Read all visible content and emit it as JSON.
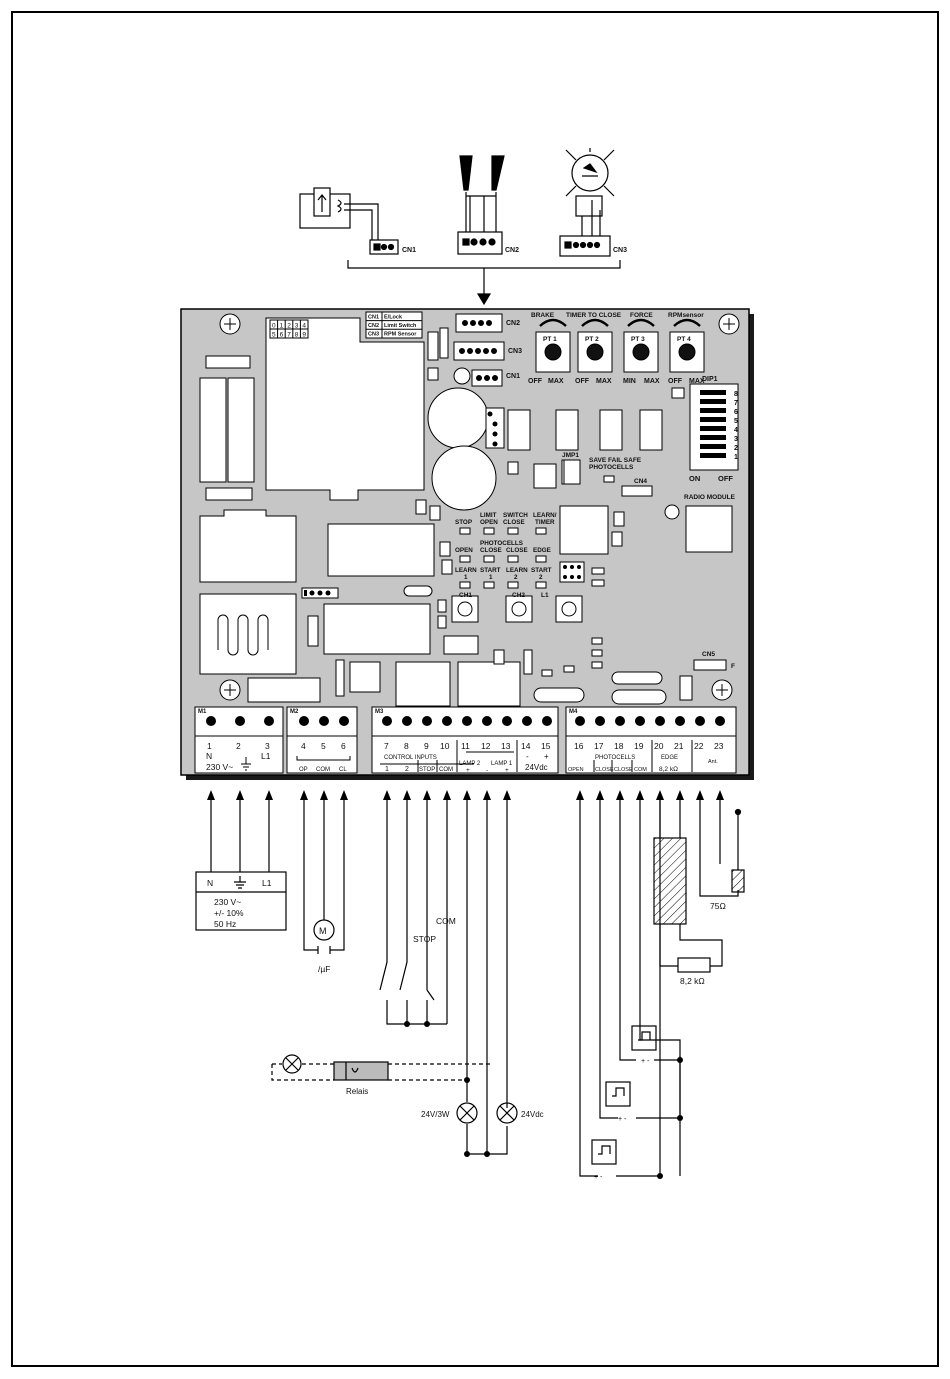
{
  "connectors": {
    "cn1": "CN1",
    "cn2": "CN2",
    "cn3": "CN3",
    "cn4": "CN4",
    "cn5": "CN5",
    "f": "F"
  },
  "cn_legend": {
    "row1": {
      "id": "CN1",
      "name": "E/Lock"
    },
    "row2": {
      "id": "CN2",
      "name": "Limit Switch"
    },
    "row3": {
      "id": "CN3",
      "name": "RPM Sensor"
    }
  },
  "jumper_grid": {
    "top": [
      "0",
      "1",
      "2",
      "3",
      "4"
    ],
    "bottom": [
      "5",
      "6",
      "7",
      "8",
      "9"
    ]
  },
  "pots": [
    {
      "title": "BRAKE",
      "id": "PT 1",
      "lo": "OFF",
      "hi": "MAX"
    },
    {
      "title": "TIMER TO CLOSE",
      "id": "PT 2",
      "lo": "OFF",
      "hi": "MAX"
    },
    {
      "title": "FORCE",
      "id": "PT 3",
      "lo": "MIN",
      "hi": "MAX"
    },
    {
      "title": "RPMsensor",
      "id": "PT 4",
      "lo": "OFF",
      "hi": "MAX"
    }
  ],
  "dip": {
    "title": "DIP1",
    "numbers": [
      "8",
      "7",
      "6",
      "5",
      "4",
      "3",
      "2",
      "1"
    ],
    "on": "ON",
    "off": "OFF"
  },
  "jmp1": "JMP1",
  "save_fail": {
    "line1": "SAVE FAIL SAFE",
    "line2": "PHOTOCELLS"
  },
  "radio_module": "RADIO MODULE",
  "leds_row1": {
    "stop": "STOP",
    "limit": "LIMIT",
    "open": "OPEN",
    "switch": "SWITCH",
    "close": "CLOSE",
    "learn": "LEARN/",
    "timer": "TIMER"
  },
  "leds_row2": {
    "photocells": "PHOTOCELLS",
    "open": "OPEN",
    "close1": "CLOSE",
    "close2": "CLOSE",
    "edge": "EDGE"
  },
  "leds_row3": {
    "learn1": "LEARN",
    "n1": "1",
    "start1": "START",
    "n2": "1",
    "learn2": "LEARN",
    "n3": "2",
    "start2": "START",
    "n4": "2"
  },
  "buttons": {
    "ch1": "CH1",
    "ch2": "CH2",
    "l1": "L1"
  },
  "terminals": {
    "m1": {
      "name": "M1",
      "nums": [
        "1",
        "2",
        "3"
      ],
      "n": "N",
      "l1": "L1",
      "volt": "230 V~"
    },
    "m2": {
      "name": "M2",
      "nums": [
        "4",
        "5",
        "6"
      ],
      "op": "OP",
      "com": "COM",
      "cl": "CL"
    },
    "m3": {
      "name": "M3",
      "nums": [
        "7",
        "8",
        "9",
        "10",
        "11",
        "12",
        "13",
        "14",
        "15"
      ],
      "control": "CONTROL INPUTS",
      "c1": "1",
      "c2": "2",
      "stop": "STOP",
      "com": "COM",
      "lamp2": "LAMP 2",
      "lamp1": "LAMP 1",
      "minus": "-",
      "plus": "+",
      "v24": "24Vdc"
    },
    "m4": {
      "name": "M4",
      "nums": [
        "16",
        "17",
        "18",
        "19",
        "20",
        "21",
        "22",
        "23"
      ],
      "photocells": "PHOTOCELLS",
      "open": "OPEN",
      "close1": "CLOSE",
      "close2": "CLOSE",
      "com": "COM",
      "edge": "EDGE",
      "ohm": "8,2 kΩ",
      "ant": "Ant."
    }
  },
  "supply": {
    "n": "N",
    "l1": "L1",
    "v": "230 V~",
    "tol": "+/- 10%",
    "hz": "50 Hz"
  },
  "motor": {
    "m": "M",
    "cap": "/µF"
  },
  "inputs": {
    "com": "COM",
    "stop": "STOP"
  },
  "lamps": {
    "relais": "Relais",
    "l1": "24V/3W",
    "l2": "24Vdc"
  },
  "edge": {
    "r": "8,2 kΩ",
    "ant": "75Ω"
  },
  "pc_marks": {
    "pm": "+ -"
  }
}
